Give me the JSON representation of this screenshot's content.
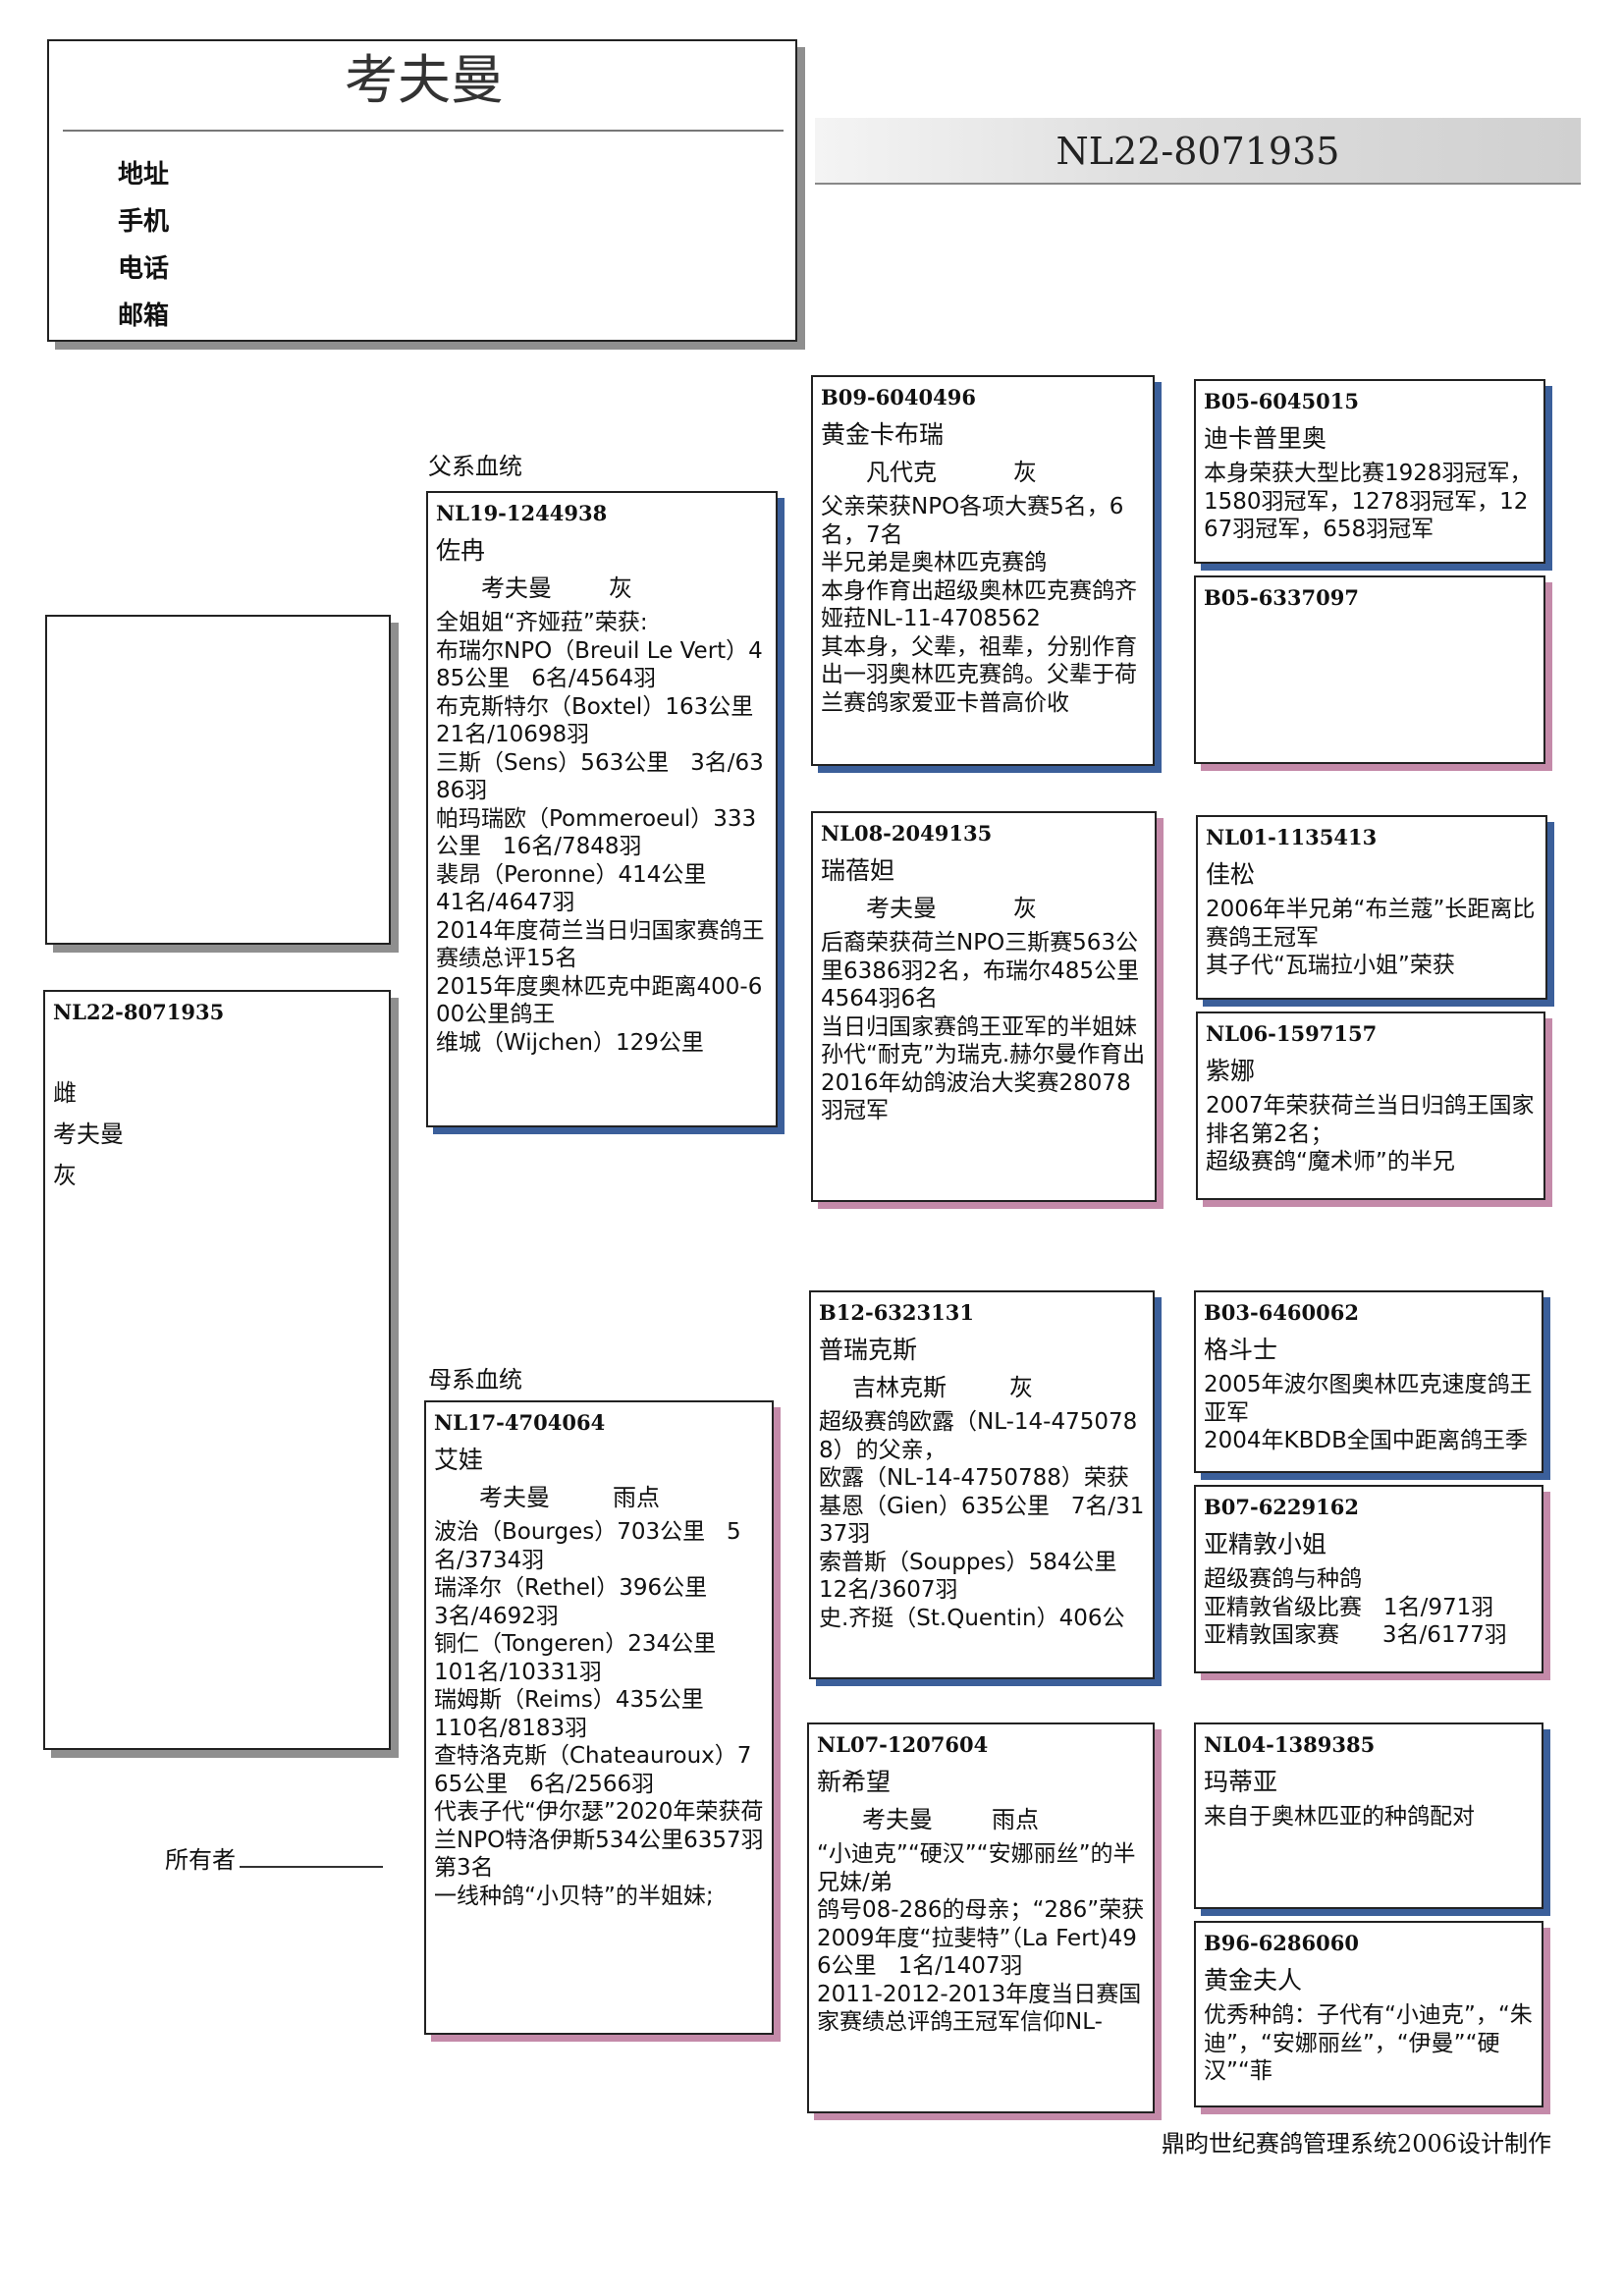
{
  "header": {
    "owner_name": "考夫曼",
    "contact_labels": [
      "地址",
      "手机",
      "电话",
      "邮箱"
    ],
    "main_ring": "NL22-8071935"
  },
  "subject": {
    "ring": "NL22-8071935",
    "sex": "雌",
    "strain": "考夫曼",
    "color": "灰"
  },
  "section_labels": {
    "sire_line": "父系血统",
    "dam_line": "母系血统"
  },
  "owner_label": "所有者",
  "footer": "鼎昀世纪赛鸽管理系统2006设计制作",
  "sire": {
    "ring": "NL19-1244938",
    "name": "佐冉",
    "strain": "考夫曼",
    "color": "灰",
    "notes": "全姐姐“齐娅菈”荣获:\n布瑞尔NPO（Breuil Le Vert）485公里   6名/4564羽\n布克斯特尔（Boxtel）163公里   21名/10698羽\n三斯（Sens）563公里   3名/6386羽\n帕玛瑞欧（Pommeroeul）333公里   16名/7848羽\n裴昂（Peronne）414公里\n41名/4647羽\n2014年度荷兰当日归国家赛鸽王赛绩总评15名\n2015年度奥林匹克中距离400-600公里鸽王\n维城（Wijchen）129公里"
  },
  "dam": {
    "ring": "NL17-4704064",
    "name": "艾娃",
    "strain": "考夫曼",
    "color": "雨点",
    "notes": "波治（Bourges）703公里   5名/3734羽\n瑞泽尔（Rethel）396公里\n3名/4692羽\n铜仁（Tongeren）234公里\n101名/10331羽\n瑞姆斯（Reims）435公里\n110名/8183羽\n查特洛克斯（Chateauroux）765公里   6名/2566羽\n代表子代“伊尔瑟”2020年荣获荷兰NPO特洛伊斯534公里6357羽第3名\n一线种鸽“小贝特”的半姐妹;"
  },
  "ss": {
    "ring": "B09-6040496",
    "name": "黄金卡布瑞",
    "strain": "凡代克",
    "color": "灰",
    "notes": "父亲荣获NPO各项大赛5名，6名，7名\n半兄弟是奥林匹克赛鸽\n本身作育出超级奥林匹克赛鸽齐娅菈NL-11-4708562\n其本身，父辈，祖辈，分别作育出一羽奥林匹克赛鸽。父辈于荷兰赛鸽家爱亚卡普高价收"
  },
  "sd": {
    "ring": "NL08-2049135",
    "name": "瑞蓓妲",
    "strain": "考夫曼",
    "color": "灰",
    "notes": "后裔荣获荷兰NPO三斯赛563公里6386羽2名，布瑞尔485公里4564羽6名\n当日归国家赛鸽王亚军的半姐妹\n孙代“耐克”为瑞克.赫尔曼作育出2016年幼鸽波治大奖赛28078羽冠军"
  },
  "ds": {
    "ring": "B12-6323131",
    "name": "普瑞克斯",
    "strain": "吉林克斯",
    "color": "灰",
    "notes": "超级赛鸽欧露（NL-14-4750788）的父亲，\n欧露（NL-14-4750788）荣获基恩（Gien）635公里   7名/3137羽\n索普斯（Souppes）584公里   12名/3607羽\n史.齐挺（St.Quentin）406公"
  },
  "dd": {
    "ring": "NL07-1207604",
    "name": "新希望",
    "strain": "考夫曼",
    "color": "雨点",
    "notes": "“小迪克”“硬汉”“安娜丽丝”的半兄妹/弟\n鸽号08-286的母亲；“286”荣获2009年度“拉斐特”（La Fert)496公里   1名/1407羽\n2011-2012-2013年度当日赛国家赛绩总评鸽王冠军信仰NL-"
  },
  "sss": {
    "ring": "B05-6045015",
    "name": "迪卡普里奥",
    "notes": "本身荣获大型比赛1928羽冠军，1580羽冠军，1278羽冠军，1267羽冠军，658羽冠军"
  },
  "ssd": {
    "ring": "B05-6337097",
    "name": "",
    "notes": ""
  },
  "sds": {
    "ring": "NL01-1135413",
    "name": "佳松",
    "notes": "2006年半兄弟“布兰蔻”长距离比赛鸽王冠军\n其子代“瓦瑞拉小姐”荣获"
  },
  "sdd": {
    "ring": "NL06-1597157",
    "name": "紫娜",
    "notes": "2007年荣获荷兰当日归鸽王国家排名第2名；\n超级赛鸽“魔术师”的半兄"
  },
  "dss": {
    "ring": "B03-6460062",
    "name": "格斗士",
    "notes": "2005年波尔图奥林匹克速度鸽王亚军\n2004年KBDB全国中距离鸽王季"
  },
  "dsd": {
    "ring": "B07-6229162",
    "name": "亚精敦小姐",
    "notes": "超级赛鸽与种鸽\n亚精敦省级比赛   1名/971羽\n亚精敦国家赛      3名/6177羽"
  },
  "dds": {
    "ring": "NL04-1389385",
    "name": "玛蒂亚",
    "notes": "来自于奥林匹亚的种鸽配对"
  },
  "ddd": {
    "ring": "B96-6286060",
    "name": "黄金夫人",
    "notes": "优秀种鸽：子代有“小迪克”，“朱迪”，“安娜丽丝”，“伊曼”“硬汉”“菲"
  }
}
